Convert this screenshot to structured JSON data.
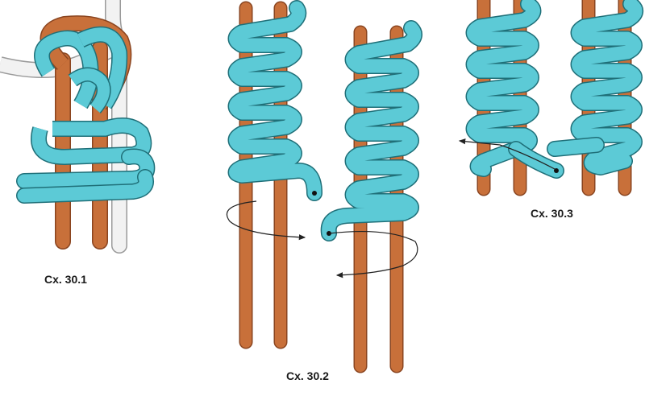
{
  "figures": [
    {
      "id": "fig1",
      "caption": "Сх. 30.1"
    },
    {
      "id": "fig2",
      "caption": "Сх. 30.2"
    },
    {
      "id": "fig3",
      "caption": "Сх. 30.3"
    }
  ],
  "colors": {
    "cord": "#5ccad6",
    "cord_outline": "#1f6f78",
    "core": "#c8703a",
    "core_outline": "#8a4520",
    "white_cord": "#f2f2f2",
    "white_outline": "#9a9a9a",
    "arrow": "#222222"
  }
}
